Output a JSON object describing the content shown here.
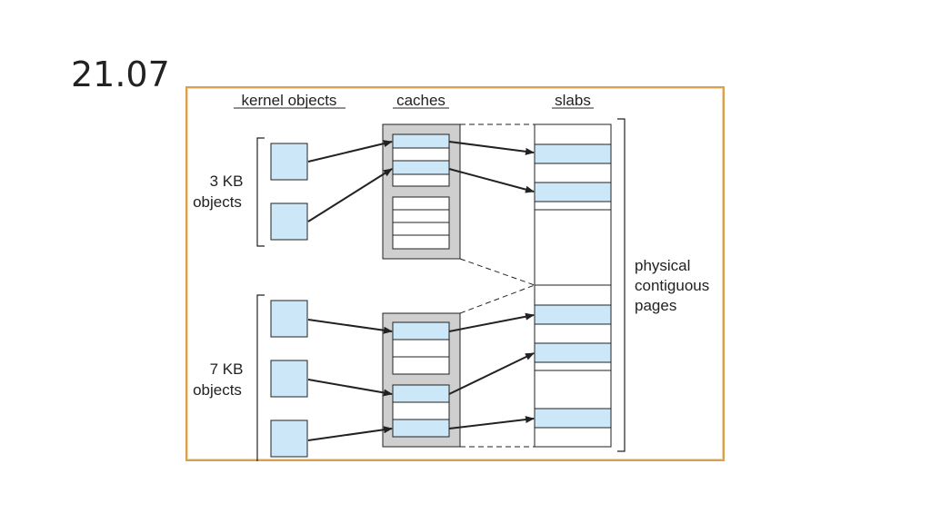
{
  "slide": {
    "title": "21.07"
  },
  "diagram": {
    "headers": {
      "kernel_objects": "kernel objects",
      "caches": "caches",
      "slabs": "slabs"
    },
    "groups": {
      "small": {
        "line1": "3 KB",
        "line2": "objects"
      },
      "large": {
        "line1": "7 KB",
        "line2": "objects"
      }
    },
    "pages_label": {
      "line1": "physical",
      "line2": "contiguous",
      "line3": "pages"
    }
  },
  "colors": {
    "object_fill": "#cce8f8",
    "cache_fill": "#cfcfcf",
    "frame": "#d9a050",
    "line": "#222222"
  }
}
